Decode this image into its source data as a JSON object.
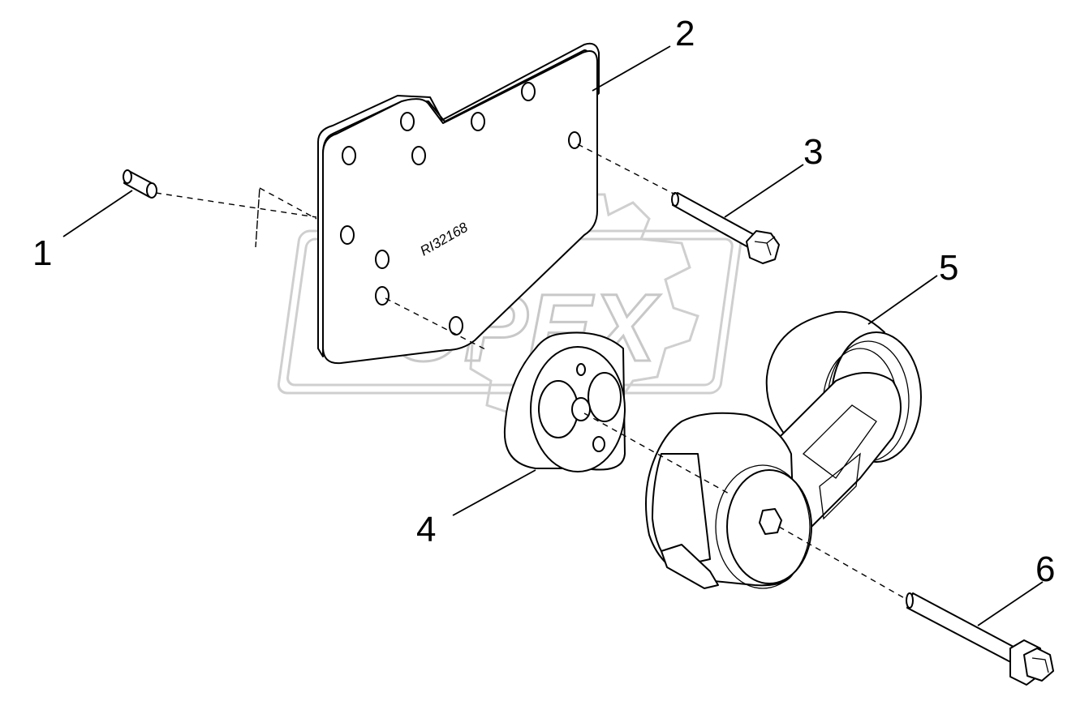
{
  "drawing": {
    "code": "RI32168",
    "watermark": "OPEX"
  },
  "callouts": [
    {
      "id": 1,
      "label": "1"
    },
    {
      "id": 2,
      "label": "2"
    },
    {
      "id": 3,
      "label": "3"
    },
    {
      "id": 4,
      "label": "4"
    },
    {
      "id": 5,
      "label": "5"
    },
    {
      "id": 6,
      "label": "6"
    }
  ]
}
